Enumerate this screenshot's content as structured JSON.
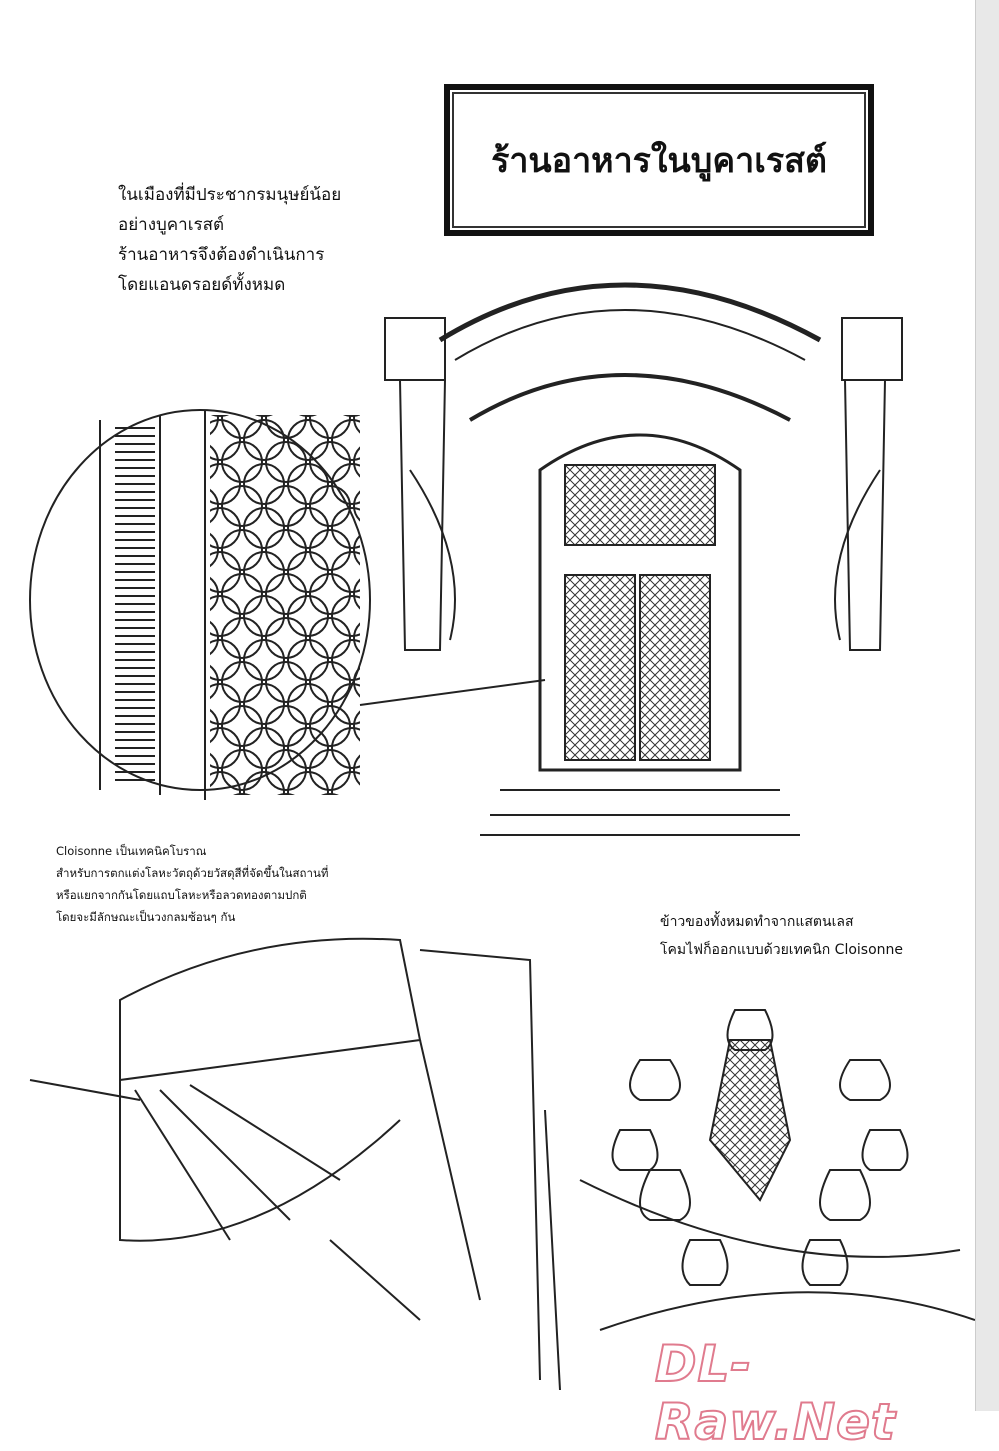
{
  "title": "ร้านอาหารในบูคาเรสต์",
  "intro_lines": [
    "ในเมืองที่มีประชากรมนุษย์น้อย",
    "อย่างบูคาเรสต์",
    "ร้านอาหารจึงต้องดำเนินการ",
    "โดยแอนดรอยด์ทั้งหมด"
  ],
  "cloisonne_note_lines": [
    "Cloisonne เป็นเทคนิคโบราณ",
    "สำหรับการตกแต่งโลหะวัตถุด้วยวัสดุสีที่จัดขึ้นในสถานที่",
    "หรือแยกจากกันโดยแถบโลหะหรือลวดทองตามปกติ",
    "โดยจะมีลักษณะเป็นวงกลมซ้อนๆ กัน"
  ],
  "chandelier_note_lines": [
    "ข้าวของทั้งหมดทำจากแสตนเลส",
    "โคมไฟก็ออกแบบด้วยเทคนิก Cloisonne"
  ],
  "watermark": "DL-Raw.Net",
  "colors": {
    "ink": "#111111",
    "watermark": "#e07b8e"
  }
}
